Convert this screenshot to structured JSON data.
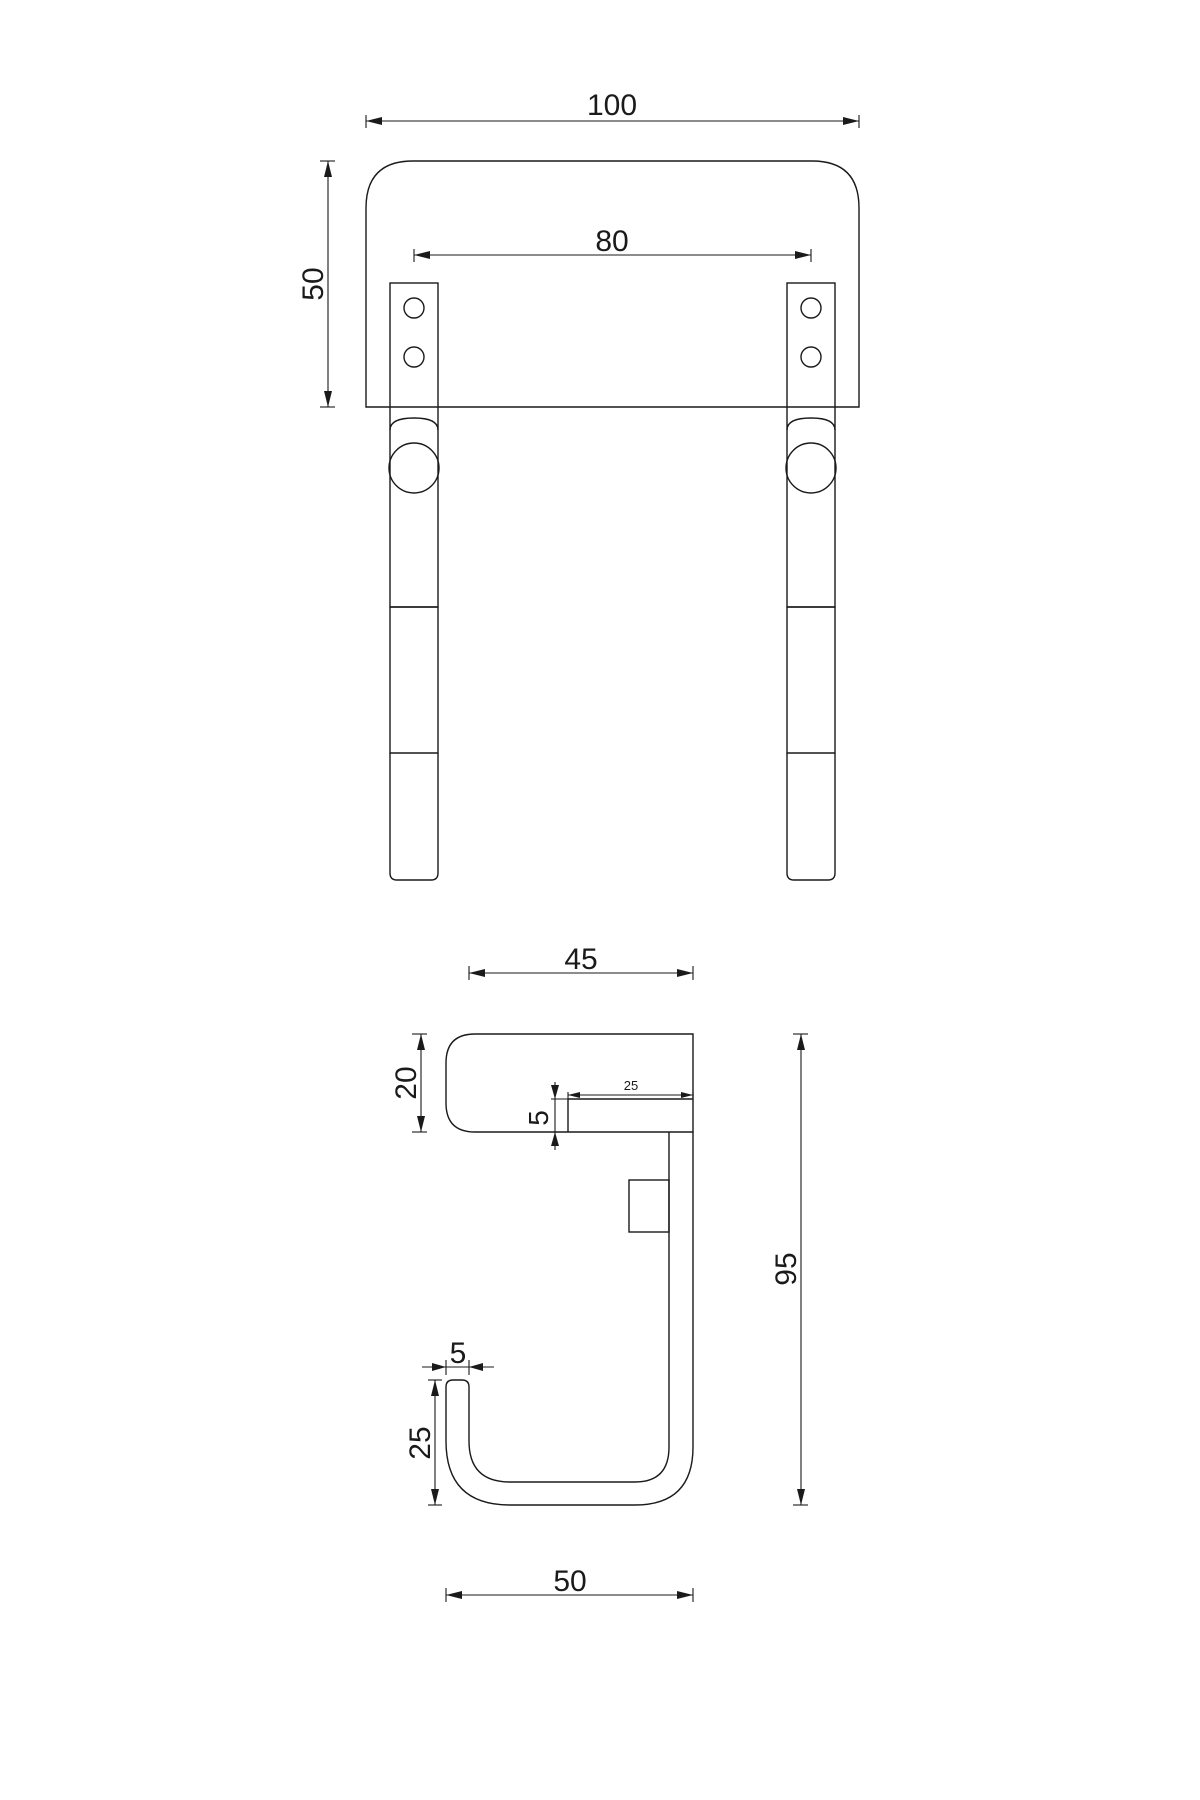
{
  "front_view": {
    "overall_width": "100",
    "overall_height": "50",
    "leg_spacing": "80"
  },
  "side_view": {
    "overall_depth": "45",
    "top_thickness": "20",
    "bracket_thickness": "5",
    "bracket_length": "25",
    "overall_height": "95",
    "hook_thickness": "5",
    "hook_height": "25",
    "bottom_width": "50"
  }
}
